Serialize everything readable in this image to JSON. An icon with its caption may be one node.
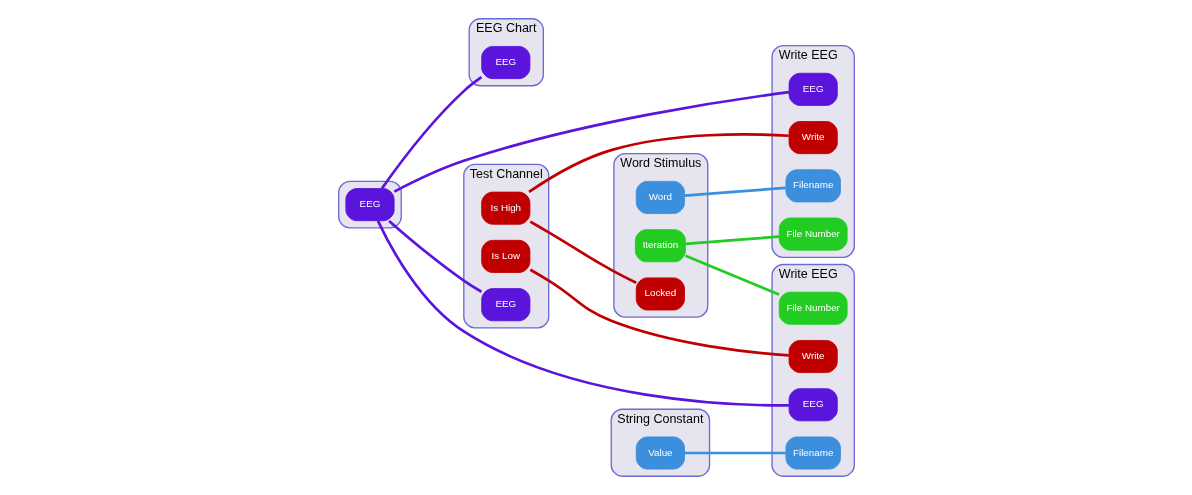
{
  "diagram": {
    "nodes": [
      {
        "text": [],
        "shape": "box"
      },
      {
        "text": [
          "EEG"
        ],
        "in": 0
      },
      {
        "text": [
          "EEG Chart"
        ]
      },
      {
        "text": [
          "EEG"
        ],
        "in": 2
      },
      {
        "text": [
          "Word Stimulus"
        ]
      },
      {
        "text": [
          "Word"
        ],
        "in": 4
      },
      {
        "text": [
          "Iteration"
        ],
        "in": 4
      },
      {
        "text": [
          "Locked"
        ],
        "in": 4
      },
      {
        "text": [
          "Write EEG"
        ]
      },
      {
        "text": [
          "EEG"
        ],
        "in": 8
      },
      {
        "text": [
          "Filename"
        ],
        "in": 8
      },
      {
        "text": [
          "File Number"
        ],
        "in": 8
      },
      {
        "text": [
          "Write"
        ],
        "in": 8
      },
      {
        "text": [
          "Test Channel"
        ]
      },
      {
        "text": [
          "Is High"
        ],
        "in": 13
      },
      {
        "text": [
          "Is Low"
        ],
        "in": 13
      },
      {
        "text": [
          "EEG"
        ],
        "in": 13
      },
      {
        "text": [
          "String Constant"
        ]
      },
      {
        "text": [
          "Value"
        ],
        "in": 17
      },
      {
        "text": [
          "Write EEG"
        ]
      },
      {
        "text": [
          "EEG"
        ],
        "in": 19
      },
      {
        "text": [
          "Filename"
        ],
        "in": 19
      },
      {
        "text": [
          "File Number"
        ],
        "in": 19
      },
      {
        "text": [
          "Write"
        ],
        "in": 19
      }
    ],
    "edges": [
      {
        "from": 1,
        "to": 3,
        "arrow": "none"
      },
      {
        "from": 1,
        "to": 9,
        "arrow": "none"
      },
      {
        "from": 1,
        "to": 20,
        "arrow": "none"
      },
      {
        "from": 1,
        "to": 16,
        "arrow": "none"
      },
      {
        "from": 5,
        "to": 10,
        "arrow": "none",
        "color": "#3b8fdc"
      },
      {
        "from": 6,
        "to": 11,
        "arrow": "none",
        "color": "#22cc22"
      },
      {
        "from": 6,
        "to": 22,
        "arrow": "none",
        "color": "#22cc22"
      },
      {
        "from": 14,
        "to": 7,
        "arrow": "none",
        "color": "#c00000"
      },
      {
        "from": 14,
        "to": 12,
        "arrow": "none",
        "color": "#c00000"
      },
      {
        "from": 15,
        "to": 23,
        "arrow": "none",
        "color": "#c00000"
      },
      {
        "from": 18,
        "to": 21,
        "arrow": "none",
        "color": "#3b8fdc"
      }
    ]
  }
}
